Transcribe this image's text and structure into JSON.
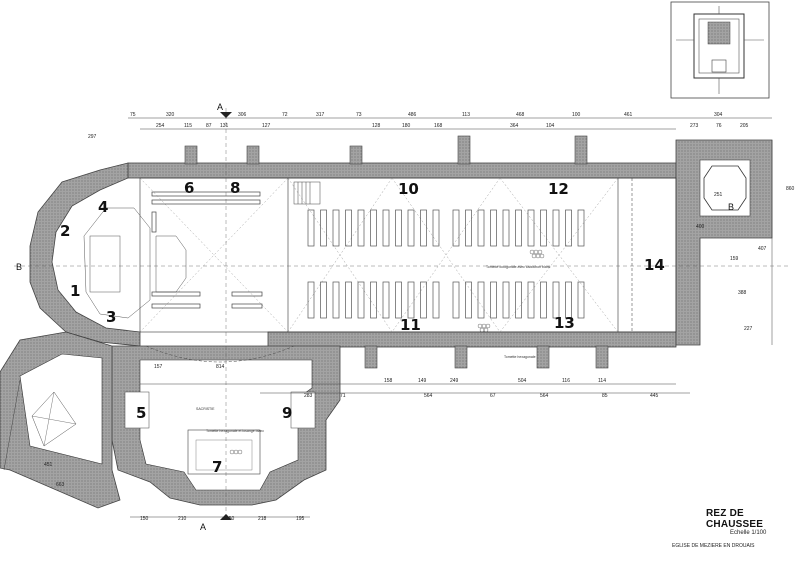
{
  "title": "REZ DE CHAUSSEE",
  "scale": "Echelle 1/100",
  "church": "EGLISE DE MEZIERE EN DROUAIS",
  "section_marks": {
    "a_top": "A",
    "a_bottom": "A",
    "b_left": "B",
    "b_right": "B"
  },
  "room_numbers": [
    "1",
    "2",
    "3",
    "4",
    "5",
    "6",
    "7",
    "8",
    "9",
    "10",
    "11",
    "12",
    "13",
    "14"
  ],
  "annotations": {
    "tomette_nave": "Tomette octogonale avec cabochon blanc",
    "tomette_nave_2": "Tomette hexagonale",
    "tomette_chapel": "Tomette hexagonale et losange blanc",
    "chapel_label": "SACRISTIE"
  },
  "dims_top_outer": [
    "75",
    "320",
    "306",
    "72",
    "317",
    "73",
    "486",
    "113",
    "468",
    "100",
    "461",
    "304"
  ],
  "dims_top_inner": [
    "254",
    "115",
    "87",
    "131",
    "127",
    "128",
    "180",
    "168",
    "364",
    "104",
    "273",
    "76",
    "205"
  ],
  "dims_bottom_nave": [
    "158",
    "149",
    "249",
    "504",
    "116",
    "114"
  ],
  "dims_bottom_nave_2": [
    "283",
    "71",
    "564",
    "67",
    "564",
    "85",
    "445"
  ],
  "dims_bottom_chapel": [
    "150",
    "210",
    "150",
    "218",
    "195"
  ],
  "dims_misc": [
    "157",
    "814",
    "297",
    "451",
    "663",
    "159",
    "400",
    "251",
    "407",
    "860",
    "227",
    "388"
  ],
  "colors": {
    "wall": "#9a9a9a",
    "wall_dark": "#7a7a7a",
    "line": "#333333",
    "pew": "#555555"
  }
}
